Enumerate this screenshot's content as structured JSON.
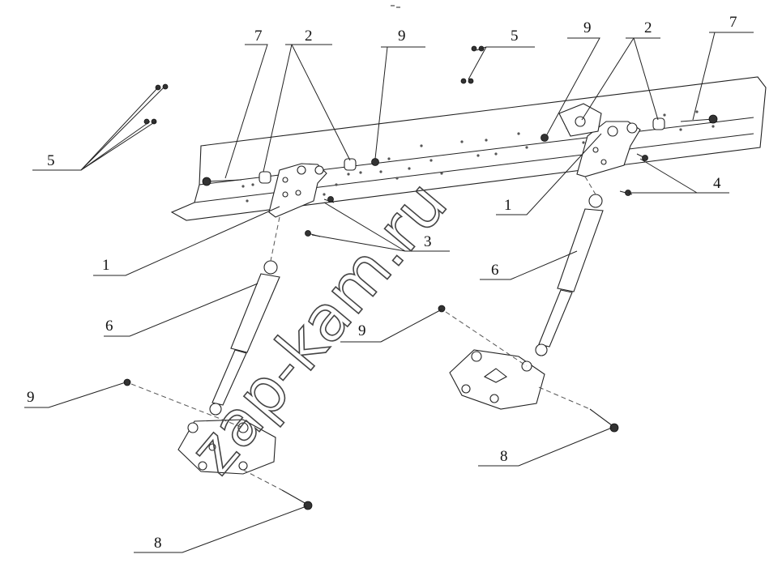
{
  "watermark": "zap-kam.ru",
  "colors": {
    "ink": "#222222",
    "background": "#ffffff"
  },
  "callouts": [
    {
      "id": "c7a",
      "label": "7"
    },
    {
      "id": "c2a",
      "label": "2"
    },
    {
      "id": "c9a",
      "label": "9"
    },
    {
      "id": "c5a",
      "label": "5"
    },
    {
      "id": "c9b",
      "label": "9"
    },
    {
      "id": "c2b",
      "label": "2"
    },
    {
      "id": "c7b",
      "label": "7"
    },
    {
      "id": "c5b",
      "label": "5"
    },
    {
      "id": "c4",
      "label": "4"
    },
    {
      "id": "c1b",
      "label": "1"
    },
    {
      "id": "c3",
      "label": "3"
    },
    {
      "id": "c1a",
      "label": "1"
    },
    {
      "id": "c6b",
      "label": "6"
    },
    {
      "id": "c6a",
      "label": "6"
    },
    {
      "id": "c9c",
      "label": "9"
    },
    {
      "id": "c9d",
      "label": "9"
    },
    {
      "id": "c8b",
      "label": "8"
    },
    {
      "id": "c8a",
      "label": "8"
    }
  ]
}
